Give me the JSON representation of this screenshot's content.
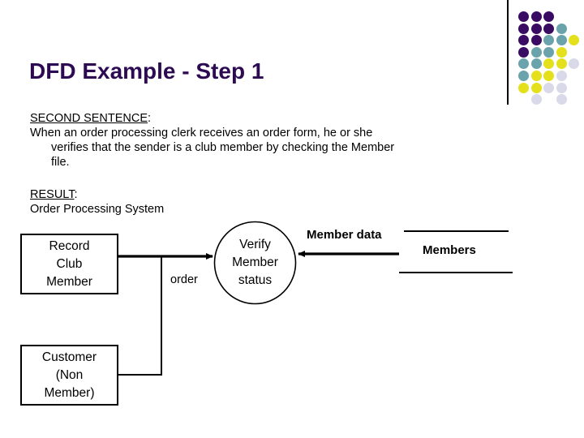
{
  "slide": {
    "title": "DFD Example - Step 1",
    "title_color": "#2d0b53",
    "background": "#ffffff"
  },
  "content": {
    "second_sentence": {
      "label": "SECOND SENTENCE",
      "label_suffix": ":",
      "line1": "When an order processing clerk receives an order form, he or she",
      "line2": "verifies that the sender is a club member by checking the Member",
      "line3": "file."
    },
    "result": {
      "label": "RESULT",
      "label_suffix": ":",
      "value": "Order Processing System"
    }
  },
  "diagram": {
    "type": "data-flow-diagram",
    "nodes": [
      {
        "id": "record-club-member",
        "shape": "rectangle",
        "kind": "external-entity",
        "lines": [
          "Record",
          "Club",
          "Member"
        ]
      },
      {
        "id": "verify-member-status",
        "shape": "ellipse",
        "kind": "process",
        "lines": [
          "Verify",
          "Member",
          "status"
        ]
      },
      {
        "id": "customer-non-member",
        "shape": "rectangle",
        "kind": "external-entity",
        "lines": [
          "Customer",
          "(Non",
          "Member)"
        ]
      },
      {
        "id": "members-store",
        "shape": "open-rectangle",
        "kind": "data-store",
        "label": "Members"
      }
    ],
    "flows": [
      {
        "id": "order-flow",
        "label": "order",
        "from": "record-club-member",
        "to": "verify-member-status",
        "direction": "right"
      },
      {
        "id": "member-data-flow",
        "label": "Member data",
        "from": "members-store",
        "to": "verify-member-status",
        "direction": "left"
      },
      {
        "id": "customer-order-flow",
        "label": "",
        "from": "customer-non-member",
        "to": "order-flow",
        "direction": "up"
      }
    ]
  },
  "decoration": {
    "name": "dot-grid",
    "colors": {
      "purple": "#3a0b63",
      "teal": "#6aa3ac",
      "yellow": "#e4e01b",
      "light": "#d9d9ea"
    },
    "rule_color": "#000000",
    "grid": [
      [
        "purple",
        "purple",
        "purple",
        null,
        null
      ],
      [
        "purple",
        "purple",
        "purple",
        "teal",
        null
      ],
      [
        "purple",
        "purple",
        "teal",
        "teal",
        "yellow"
      ],
      [
        "purple",
        "teal",
        "teal",
        "yellow",
        null
      ],
      [
        "teal",
        "teal",
        "yellow",
        "yellow",
        "light"
      ],
      [
        "teal",
        "yellow",
        "yellow",
        "light",
        null
      ],
      [
        "yellow",
        "yellow",
        "light",
        "light",
        null
      ],
      [
        null,
        "light",
        null,
        "light",
        null
      ]
    ]
  }
}
